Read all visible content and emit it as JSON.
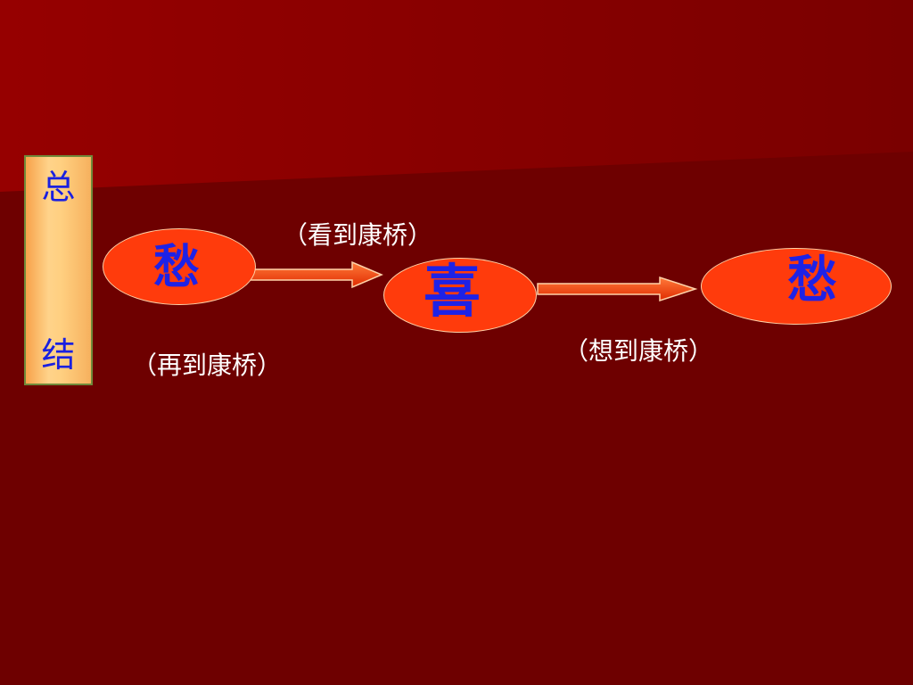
{
  "slide": {
    "background_color": "#6e0000",
    "band_color": "#8c0000"
  },
  "side_tab": {
    "char_top": "总",
    "char_bottom": "结",
    "text_color": "#1a20e0"
  },
  "nodes": [
    {
      "label": "愁",
      "fill": "#ff3b0c"
    },
    {
      "label": "喜",
      "fill": "#ff3b0c"
    },
    {
      "label": "愁",
      "fill": "#ff3b0c"
    }
  ],
  "edge_labels": {
    "top": "（看到康桥）",
    "left": "（再到康桥）",
    "right": "（想到康桥）"
  },
  "arrows": [
    {
      "from": "node-1",
      "to": "node-2"
    },
    {
      "from": "node-2",
      "to": "node-3"
    }
  ]
}
